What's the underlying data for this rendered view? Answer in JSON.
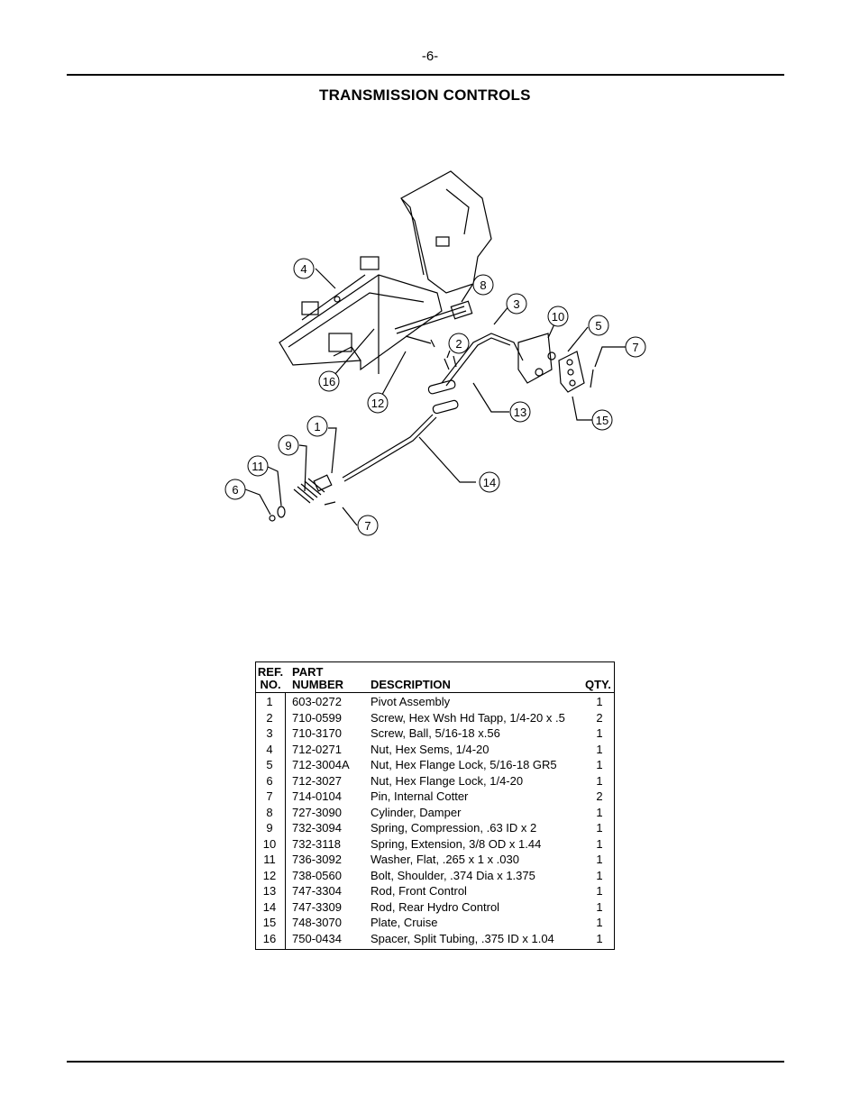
{
  "page": {
    "number": "-6-",
    "title": "TRANSMISSION CONTROLS"
  },
  "table": {
    "headers": {
      "ref_line1": "REF.",
      "ref_line2": "NO.",
      "part_line1": "PART",
      "part_line2": "NUMBER",
      "description": "DESCRIPTION",
      "qty": "QTY."
    },
    "rows": [
      {
        "ref": "1",
        "part": "603-0272",
        "description": "Pivot Assembly",
        "qty": "1"
      },
      {
        "ref": "2",
        "part": "710-0599",
        "description": "Screw, Hex Wsh Hd Tapp, 1/4-20 x .5",
        "qty": "2"
      },
      {
        "ref": "3",
        "part": "710-3170",
        "description": "Screw, Ball, 5/16-18 x.56",
        "qty": "1"
      },
      {
        "ref": "4",
        "part": "712-0271",
        "description": "Nut, Hex Sems, 1/4-20",
        "qty": "1"
      },
      {
        "ref": "5",
        "part": "712-3004A",
        "description": "Nut, Hex Flange Lock, 5/16-18 GR5",
        "qty": "1"
      },
      {
        "ref": "6",
        "part": "712-3027",
        "description": "Nut, Hex Flange Lock, 1/4-20",
        "qty": "1"
      },
      {
        "ref": "7",
        "part": "714-0104",
        "description": "Pin, Internal Cotter",
        "qty": "2"
      },
      {
        "ref": "8",
        "part": "727-3090",
        "description": "Cylinder, Damper",
        "qty": "1"
      },
      {
        "ref": "9",
        "part": "732-3094",
        "description": "Spring, Compression, .63 ID x 2",
        "qty": "1"
      },
      {
        "ref": "10",
        "part": "732-3118",
        "description": "Spring, Extension, 3/8 OD x 1.44",
        "qty": "1"
      },
      {
        "ref": "11",
        "part": "736-3092",
        "description": "Washer, Flat, .265 x 1 x .030",
        "qty": "1"
      },
      {
        "ref": "12",
        "part": "738-0560",
        "description": "Bolt, Shoulder, .374 Dia x 1.375",
        "qty": "1"
      },
      {
        "ref": "13",
        "part": "747-3304",
        "description": "Rod, Front Control",
        "qty": "1"
      },
      {
        "ref": "14",
        "part": "747-3309",
        "description": "Rod, Rear Hydro Control",
        "qty": "1"
      },
      {
        "ref": "15",
        "part": "748-3070",
        "description": "Plate, Cruise",
        "qty": "1"
      },
      {
        "ref": "16",
        "part": "750-0434",
        "description": "Spacer, Split Tubing, .375 ID x 1.04",
        "qty": "1"
      }
    ]
  },
  "diagram": {
    "callouts": [
      "4",
      "8",
      "3",
      "10",
      "5",
      "7",
      "2",
      "16",
      "12",
      "13",
      "15",
      "1",
      "9",
      "11",
      "6",
      "14",
      "7"
    ]
  }
}
